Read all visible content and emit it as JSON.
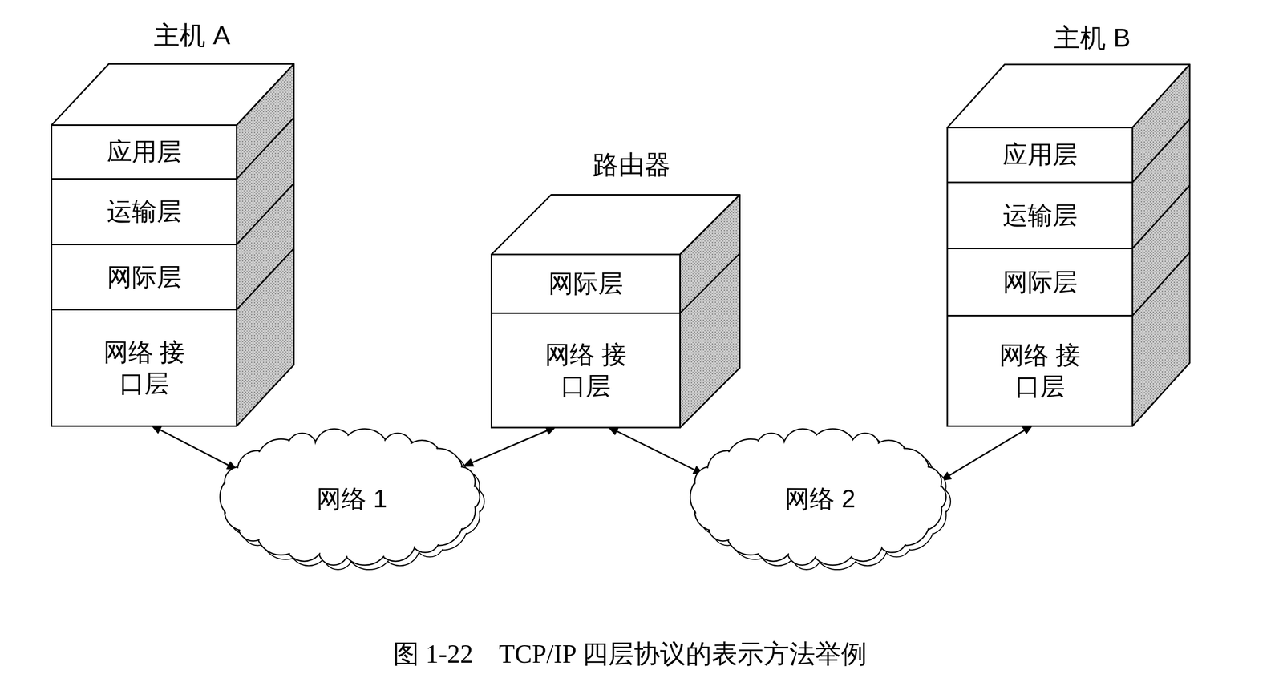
{
  "diagram": {
    "caption": "图 1-22　TCP/IP 四层协议的表示方法举例",
    "nodes": [
      {
        "text": [
          "主机 A"
        ]
      },
      {
        "text": [
          "应用层"
        ],
        "in": 0
      },
      {
        "text": [
          "运输层"
        ],
        "in": 0
      },
      {
        "text": [
          "网际层"
        ],
        "in": 0
      },
      {
        "text": [
          "网络 接口层"
        ],
        "in": 0
      },
      {
        "text": [
          "路由器"
        ]
      },
      {
        "text": [
          "网际层"
        ],
        "in": 5
      },
      {
        "text": [
          "网络 接口层"
        ],
        "in": 5
      },
      {
        "text": [
          "主机 B"
        ]
      },
      {
        "text": [
          "应用层"
        ],
        "in": 8
      },
      {
        "text": [
          "运输层"
        ],
        "in": 8
      },
      {
        "text": [
          "网际层"
        ],
        "in": 8
      },
      {
        "text": [
          "网络 接口层"
        ],
        "in": 8
      },
      {
        "text": [
          "网络 1"
        ]
      },
      {
        "text": [
          "网络 2"
        ]
      }
    ],
    "edges": [
      {
        "from": 4,
        "to": 13,
        "arrow": "both"
      },
      {
        "from": 13,
        "to": 7,
        "arrow": "both"
      },
      {
        "from": 7,
        "to": 14,
        "arrow": "both"
      },
      {
        "from": 14,
        "to": 12,
        "arrow": "both"
      }
    ]
  }
}
